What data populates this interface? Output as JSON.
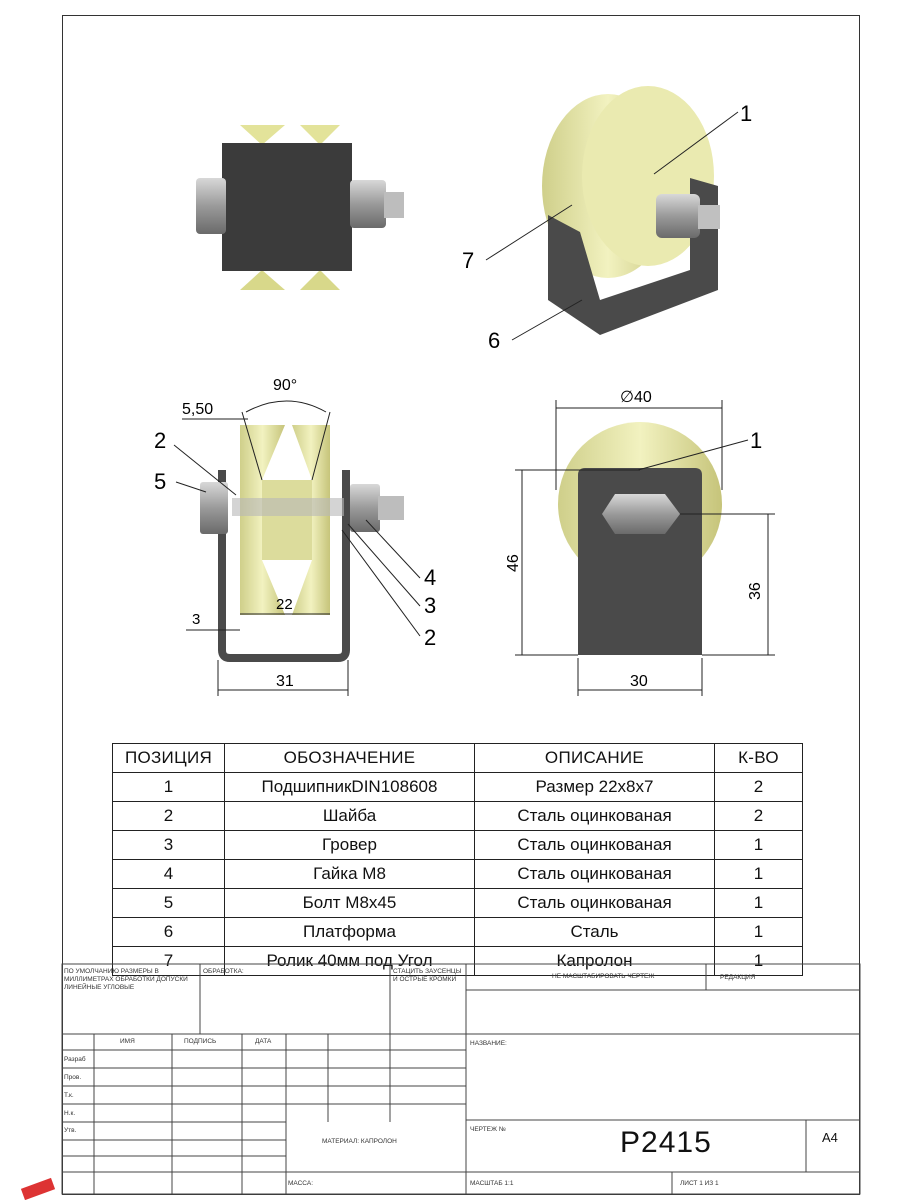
{
  "drawing": {
    "top_labels": {
      "callout_1": "1",
      "callout_7": "7",
      "callout_6": "6"
    },
    "side_view": {
      "angle": "90°",
      "dim_550": "5,50",
      "dim_22": "22",
      "dim_3": "3",
      "dim_31": "31",
      "callout_2a": "2",
      "callout_5": "5",
      "callout_4": "4",
      "callout_3": "3",
      "callout_2b": "2"
    },
    "front_view": {
      "diameter": "∅40",
      "callout_1": "1",
      "dim_46": "46",
      "dim_36": "36",
      "dim_30": "30"
    }
  },
  "parts_table": {
    "headers": [
      "ПОЗИЦИЯ",
      "ОБОЗНАЧЕНИЕ",
      "ОПИСАНИЕ",
      "К-ВО"
    ],
    "rows": [
      [
        "1",
        "ПодшипникDIN108608",
        "Размер 22х8х7",
        "2"
      ],
      [
        "2",
        "Шайба",
        "Сталь оцинкованая",
        "2"
      ],
      [
        "3",
        "Гровер",
        "Сталь оцинкованая",
        "1"
      ],
      [
        "4",
        "Гайка М8",
        "Сталь оцинкованая",
        "1"
      ],
      [
        "5",
        "Болт М8х45",
        "Сталь оцинкованая",
        "1"
      ],
      [
        "6",
        "Платформа",
        "Сталь",
        "1"
      ],
      [
        "7",
        "Ролик 40мм под Угол",
        "Капролон",
        "1"
      ]
    ]
  },
  "title_block": {
    "note_default": "ПО УМОЛЧАНИЮ РАЗМЕРЫ В МИЛЛИМЕТРАХ ОБРАБОТКИ ДОПУСКИ ЛИНЕЙНЫЕ УГЛОВЫЕ",
    "finish": "ОБРАБОТКА:",
    "deburr": "СТАЦИТЬ ЗАУСЕНЦЫ И ОСТРЫЕ КРОМКИ",
    "no_scale": "НЕ МАСШТАБИРОВАТЬ ЧЕРТЕЖ",
    "revision": "РЕДАКЦИЯ",
    "col_name": "ИМЯ",
    "col_sign": "ПОДПИСЬ",
    "col_date": "ДАТА",
    "row_dev": "Разраб",
    "row_check": "Пров.",
    "row_tcontrol": "Т.к.",
    "row_ncontrol": "Н.к.",
    "row_approved": "Утв.",
    "name_label": "НАЗВАНИЕ:",
    "material": "МАТЕРИАЛ: КАПРОЛОН",
    "drawing_no_label": "ЧЕРТЕЖ №",
    "drawing_no": "Р2415",
    "format": "А4",
    "mass": "МАССА:",
    "scale": "МАСШТАБ 1:1",
    "sheet": "ЛИСТ 1 ИЗ 1"
  }
}
